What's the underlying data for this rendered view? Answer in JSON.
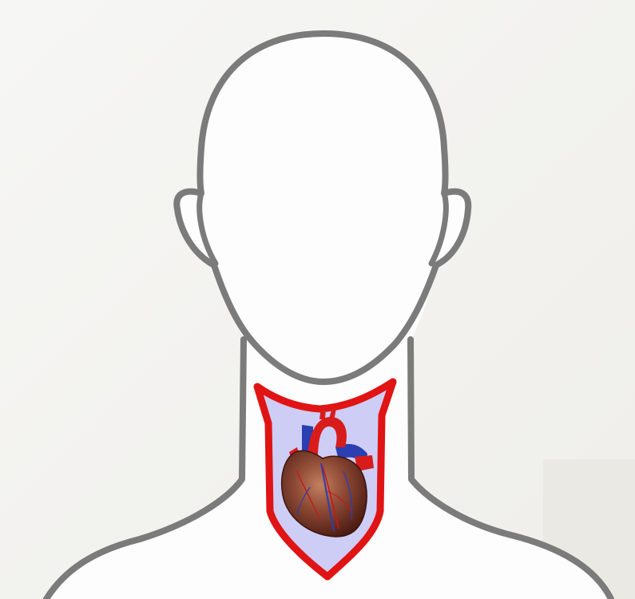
{
  "image": {
    "subject": "head-and-shoulders-outline-with-heart",
    "colors": {
      "background": "#f4f4f2",
      "background_corner": "#eceae6",
      "outline": "#7b7b7b",
      "shield_fill": "#cdcdf6",
      "shield_border": "#e01414",
      "heart_muscle": "#7a3a2a",
      "heart_muscle_light": "#b06a4f",
      "heart_muscle_dark": "#4a1a12",
      "artery": "#d81c1c",
      "vein": "#2a3fb0"
    },
    "icons": [
      "head-outline",
      "shoulder-outline",
      "shield-icon",
      "heart-icon"
    ]
  }
}
